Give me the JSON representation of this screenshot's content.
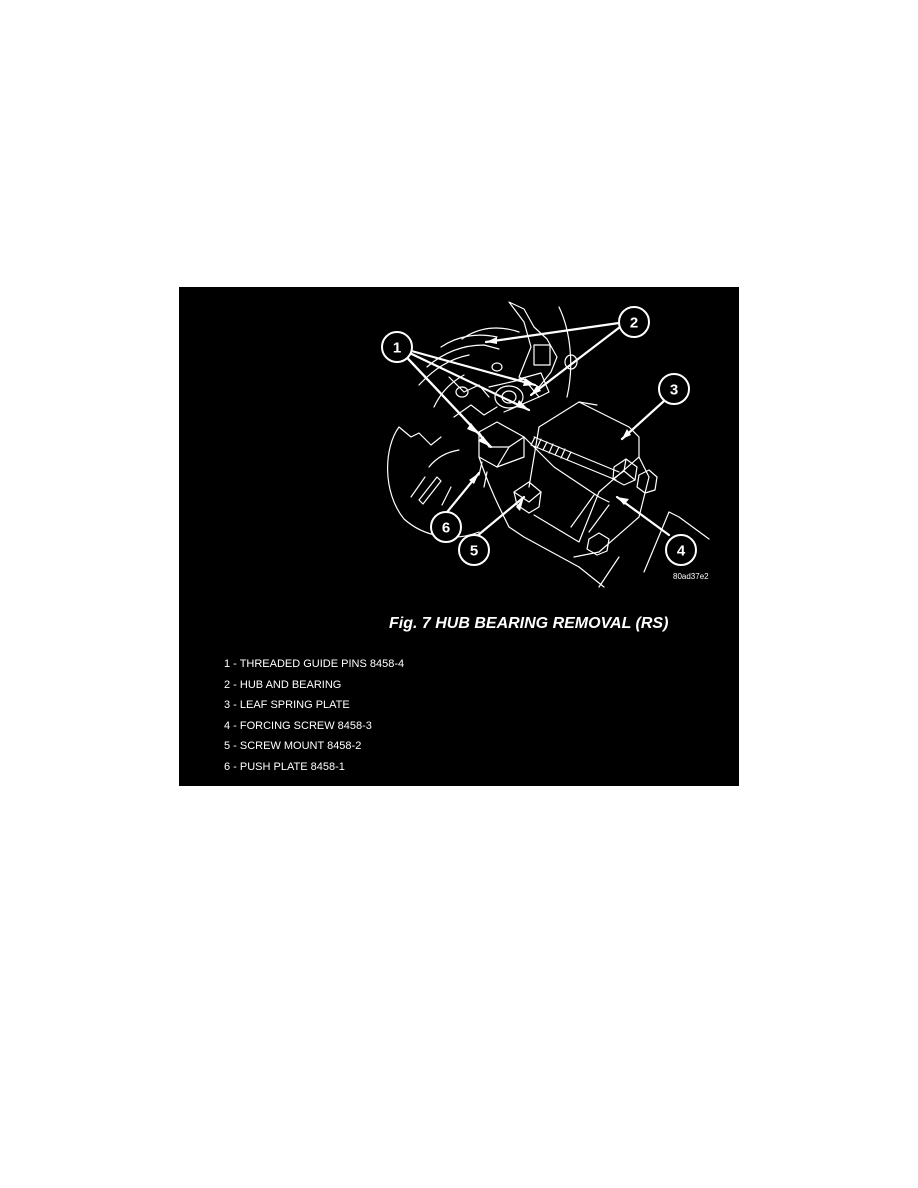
{
  "figure": {
    "caption": "Fig. 7 HUB BEARING REMOVAL (RS)",
    "image_code": "80ad37e2",
    "callouts": [
      {
        "number": "1",
        "label": "THREADED GUIDE PINS 8458-4"
      },
      {
        "number": "2",
        "label": "HUB AND BEARING"
      },
      {
        "number": "3",
        "label": "LEAF SPRING PLATE"
      },
      {
        "number": "4",
        "label": "FORCING SCREW 8458-3"
      },
      {
        "number": "5",
        "label": "SCREW MOUNT 8458-2"
      },
      {
        "number": "6",
        "label": "PUSH PLATE 8458-1"
      }
    ],
    "legend": [
      "1 - THREADED GUIDE PINS 8458-4",
      "2 - HUB AND BEARING",
      "3 - LEAF SPRING PLATE",
      "4 - FORCING SCREW 8458-3",
      "5 - SCREW MOUNT 8458-2",
      "6 - PUSH PLATE 8458-1"
    ],
    "colors": {
      "background": "#000000",
      "line": "#ffffff",
      "page": "#ffffff"
    }
  }
}
